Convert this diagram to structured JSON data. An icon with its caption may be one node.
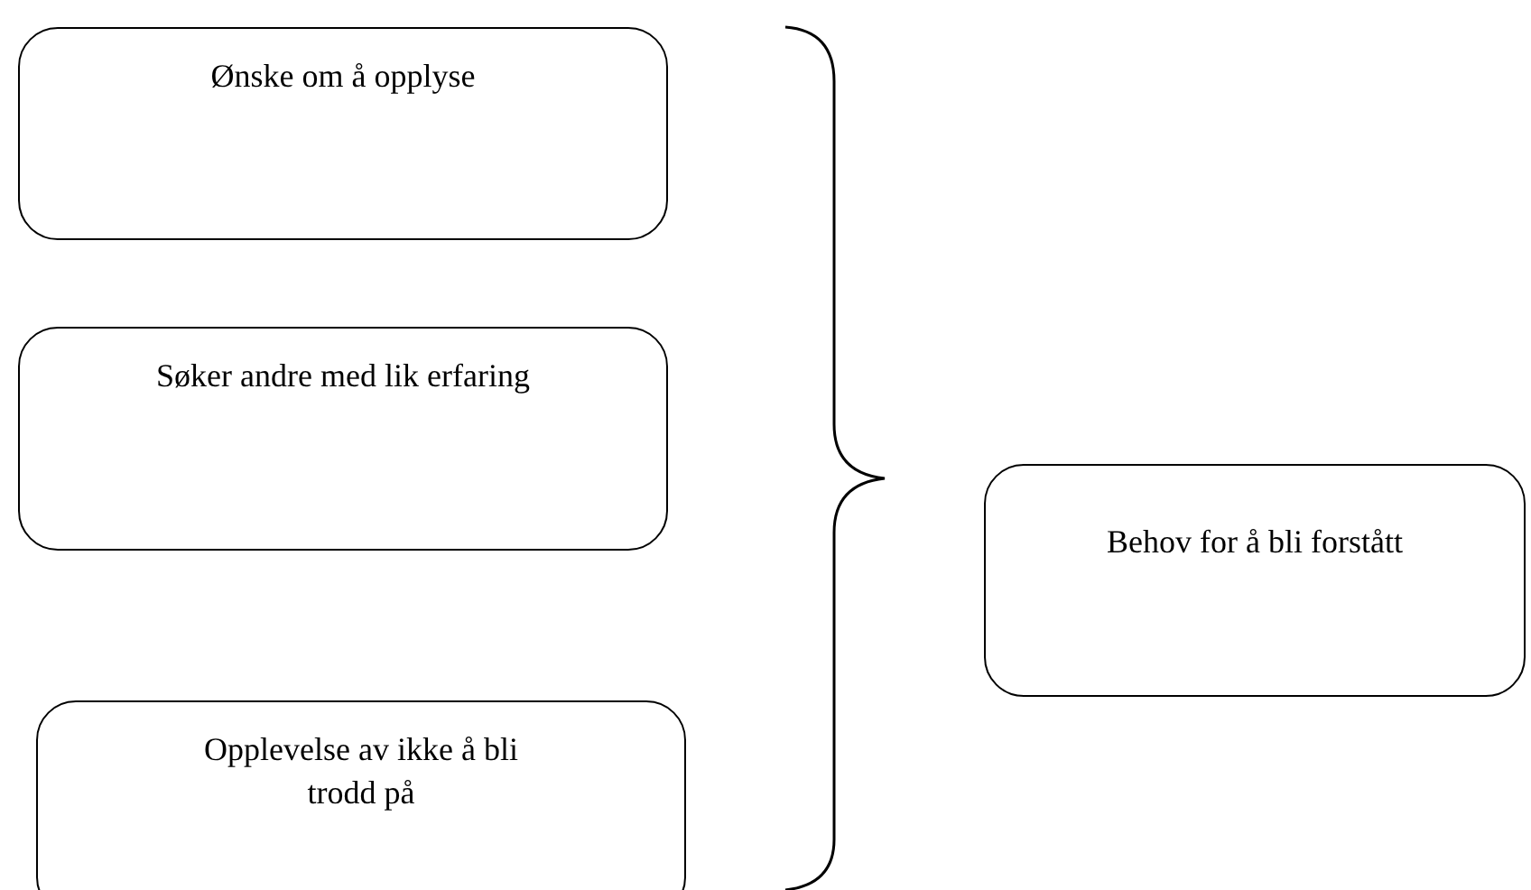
{
  "diagram": {
    "nodes": [
      {
        "text": [
          "Ønske om å opplyse"
        ]
      },
      {
        "text": [
          "Søker andre med lik erfaring"
        ]
      },
      {
        "text": [
          "Opplevelse av ikke å bli trodd på"
        ]
      },
      {
        "text": [
          "Behov for å bli forstått"
        ]
      }
    ],
    "edges": []
  }
}
